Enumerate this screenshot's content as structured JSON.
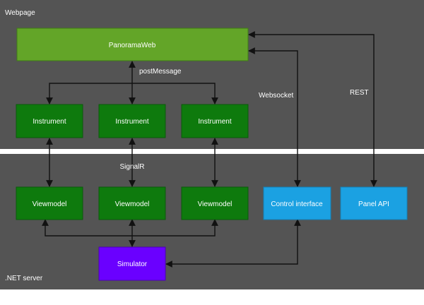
{
  "regions": {
    "webpage_label": "Webpage",
    "server_label": ".NET server"
  },
  "boxes": {
    "panorama": "PanoramaWeb",
    "instrument_1": "Instrument",
    "instrument_2": "Instrument",
    "instrument_3": "Instrument",
    "viewmodel_1": "Viewmodel",
    "viewmodel_2": "Viewmodel",
    "viewmodel_3": "Viewmodel",
    "control_interface": "Control interface",
    "panel_api": "Panel API",
    "simulator": "Simulator"
  },
  "edge_labels": {
    "post_message": "postMessage",
    "signalr": "SignalR",
    "websocket": "Websocket",
    "rest": "REST"
  },
  "colors": {
    "region_bg": "#545454",
    "divider": "#ffffff",
    "panorama_fill": "#63a528",
    "node_green": "#0e7a0d",
    "node_blue": "#1ba1e2",
    "node_purple": "#6a00ff",
    "edge": "#111111"
  }
}
